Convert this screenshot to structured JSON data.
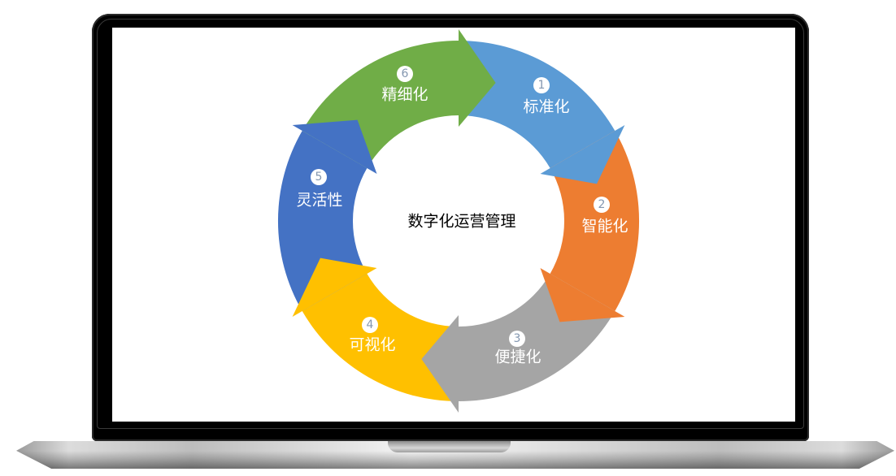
{
  "diagram": {
    "center_title": "数字化运营管理",
    "segments": [
      {
        "number": "1",
        "label": "标准化",
        "color": "#5B9BD5"
      },
      {
        "number": "2",
        "label": "智能化",
        "color": "#ED7D31"
      },
      {
        "number": "3",
        "label": "便捷化",
        "color": "#A5A5A5"
      },
      {
        "number": "4",
        "label": "可视化",
        "color": "#FFC000"
      },
      {
        "number": "5",
        "label": "灵活性",
        "color": "#4472C4"
      },
      {
        "number": "6",
        "label": "精细化",
        "color": "#70AD47"
      }
    ]
  }
}
